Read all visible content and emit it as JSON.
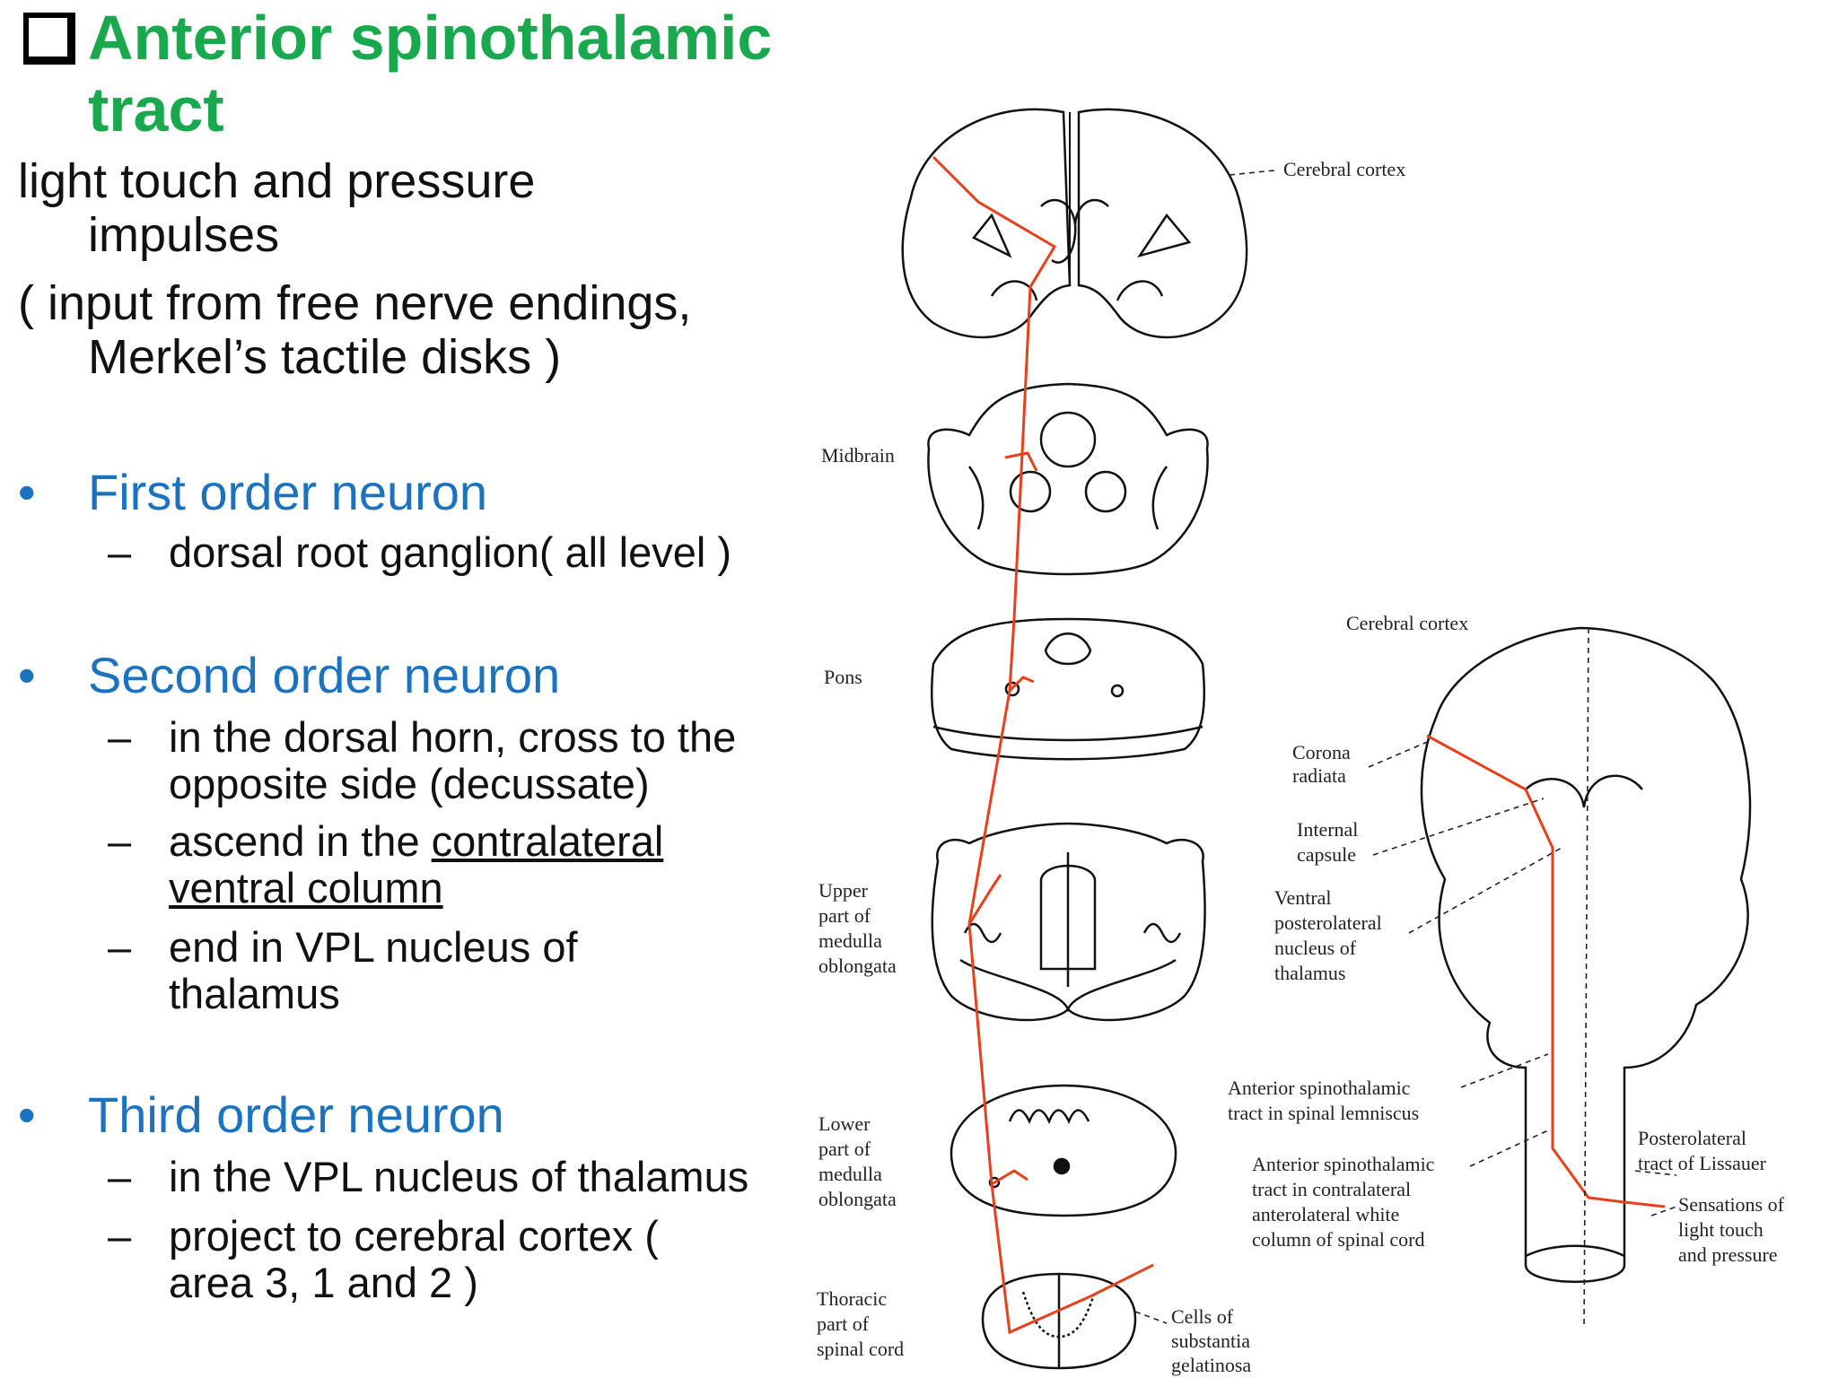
{
  "title": {
    "checkbox_icon": "square-checkbox-icon",
    "line1": "Anterior spinothalamic",
    "line2": "tract"
  },
  "intro": {
    "line1": "light touch and pressure",
    "line2": "impulses",
    "line3": "( input from free nerve endings,",
    "line4": "Merkel’s tactile disks )"
  },
  "bullets": [
    {
      "label": "First order neuron",
      "items": [
        {
          "text": "dorsal root ganglion( all level )"
        }
      ]
    },
    {
      "label": "Second order neuron",
      "items": [
        {
          "line1": "in the dorsal horn, cross to the",
          "line2": "opposite side (decussate)"
        },
        {
          "prefix": "ascend in the ",
          "underlined1": "contralateral",
          "underlined2": "ventral column"
        },
        {
          "line1": "end in VPL nucleus of",
          "line2": "thalamus"
        }
      ]
    },
    {
      "label": "Third order neuron",
      "items": [
        {
          "text": "in the VPL nucleus of thalamus"
        },
        {
          "line1": "project to cerebral cortex  (",
          "line2": "area 3, 1 and 2 )"
        }
      ]
    }
  ],
  "bullet_symbol": "•",
  "dash_symbol": "–",
  "figure": {
    "left_labels": {
      "cerebral_cortex": "Cerebral cortex",
      "midbrain": "Midbrain",
      "pons": "Pons",
      "upper_medulla": [
        "Upper",
        "part of",
        "medulla",
        "oblongata"
      ],
      "lower_medulla": [
        "Lower",
        "part of",
        "medulla",
        "oblongata"
      ],
      "thoracic": [
        "Thoracic",
        "part of",
        "spinal cord"
      ],
      "cells": [
        "Cells of",
        "substantia",
        "gelatinosa"
      ]
    },
    "right_labels": {
      "cerebral_cortex": "Cerebral cortex",
      "corona_radiata": [
        "Corona",
        "radiata"
      ],
      "internal_capsule": [
        "Internal",
        "capsule"
      ],
      "vpl": [
        "Ventral",
        "posterolateral",
        "nucleus of",
        "thalamus"
      ],
      "ast_lemniscus": [
        "Anterior spinothalamic",
        "tract in spinal lemniscus"
      ],
      "ast_contralateral": [
        "Anterior spinothalamic",
        "tract in contralateral",
        "anterolateral white",
        "column of spinal cord"
      ],
      "lissauer": [
        "Posterolateral",
        "tract of Lissauer"
      ],
      "sensations": [
        "Sensations of",
        "light touch",
        "and pressure"
      ]
    },
    "pathway_color": "#e8401c"
  }
}
